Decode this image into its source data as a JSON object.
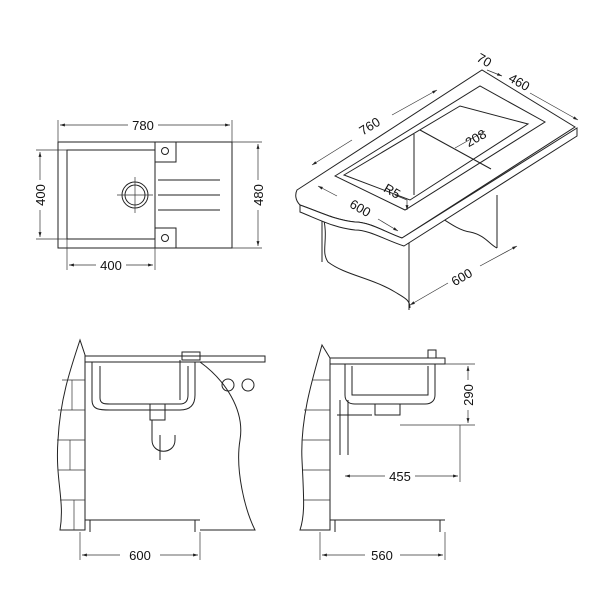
{
  "plan_view": {
    "width_label": "780",
    "height_label": "480",
    "bowl_height_label": "400",
    "bowl_width_label": "400"
  },
  "iso_view": {
    "length_label": "760",
    "depth_label": "460",
    "rim_label": "70",
    "divider_label": "208",
    "radius_label": "R5",
    "front_label": "600",
    "cabinet_label": "600"
  },
  "front_section": {
    "cabinet_width_label": "600"
  },
  "side_section": {
    "cabinet_depth_label": "560",
    "bowl_depth_label": "290",
    "drain_offset_label": "455"
  },
  "colors": {
    "line": "#222222",
    "background": "#ffffff"
  }
}
